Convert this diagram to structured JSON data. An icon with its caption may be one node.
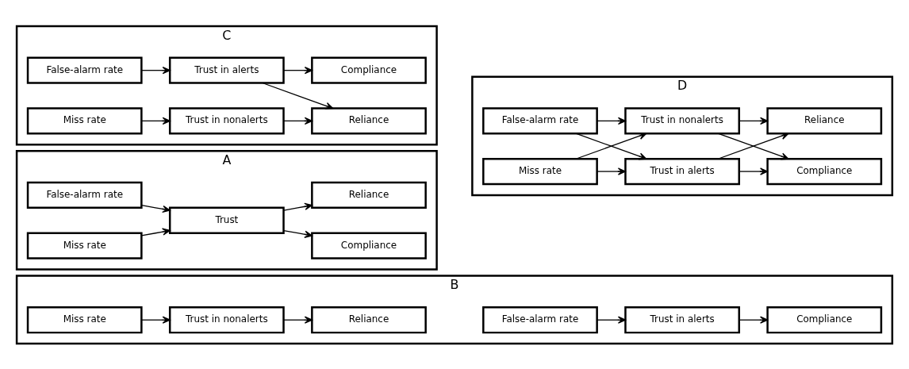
{
  "diagram": {
    "nodes": [
      {
        "text": [
          "A"
        ]
      },
      {
        "text": [
          "False-alarm rate"
        ],
        "in": 0
      },
      {
        "text": [
          "Miss rate"
        ],
        "in": 0
      },
      {
        "text": [
          "Trust"
        ],
        "in": 0
      },
      {
        "text": [
          "Compliance"
        ],
        "in": 0
      },
      {
        "text": [
          "Reliance"
        ],
        "in": 0
      },
      {
        "text": [
          "B"
        ]
      },
      {
        "text": [
          "False-alarm rate"
        ],
        "in": 6
      },
      {
        "text": [
          "Trust in alerts"
        ],
        "in": 6
      },
      {
        "text": [
          "Compliance"
        ],
        "in": 6
      },
      {
        "text": [
          "Miss rate"
        ],
        "in": 6
      },
      {
        "text": [
          "Trust in nonalerts"
        ],
        "in": 6
      },
      {
        "text": [
          "Reliance"
        ],
        "in": 6
      },
      {
        "text": [
          "C"
        ]
      },
      {
        "text": [
          "False-alarm rate"
        ],
        "in": 13
      },
      {
        "text": [
          "Trust in alerts"
        ],
        "in": 13
      },
      {
        "text": [
          "Compliance"
        ],
        "in": 13
      },
      {
        "text": [
          "Miss rate"
        ],
        "in": 13
      },
      {
        "text": [
          "Trust in nonalerts"
        ],
        "in": 13
      },
      {
        "text": [
          "Reliance"
        ],
        "in": 13
      },
      {
        "text": [
          "D"
        ]
      },
      {
        "text": [
          "False-alarm rate"
        ],
        "in": 20
      },
      {
        "text": [
          "Trust in alerts"
        ],
        "in": 20
      },
      {
        "text": [
          "Compliance"
        ],
        "in": 20
      },
      {
        "text": [
          "Miss rate"
        ],
        "in": 20
      },
      {
        "text": [
          "Trust in nonalerts"
        ],
        "in": 20
      },
      {
        "text": [
          "Reliance"
        ],
        "in": 20
      }
    ],
    "edges": [
      {
        "from": 1,
        "to": 3,
        "arrow": "to"
      },
      {
        "from": 2,
        "to": 3,
        "arrow": "to"
      },
      {
        "from": 3,
        "to": 4,
        "arrow": "to"
      },
      {
        "from": 3,
        "to": 5,
        "arrow": "to"
      },
      {
        "from": 7,
        "to": 8,
        "arrow": "to"
      },
      {
        "from": 8,
        "to": 9,
        "arrow": "to"
      },
      {
        "from": 10,
        "to": 11,
        "arrow": "to"
      },
      {
        "from": 11,
        "to": 12,
        "arrow": "to"
      },
      {
        "from": 14,
        "to": 15,
        "arrow": "to"
      },
      {
        "from": 15,
        "to": 16,
        "arrow": "to"
      },
      {
        "from": 15,
        "to": 19,
        "arrow": "to"
      },
      {
        "from": 17,
        "to": 18,
        "arrow": "to"
      },
      {
        "from": 18,
        "to": 19,
        "arrow": "to"
      },
      {
        "from": 21,
        "to": 22,
        "arrow": "to"
      },
      {
        "from": 21,
        "to": 25,
        "arrow": "to"
      },
      {
        "from": 22,
        "to": 23,
        "arrow": "to"
      },
      {
        "from": 22,
        "to": 26,
        "arrow": "to"
      },
      {
        "from": 24,
        "to": 22,
        "arrow": "to"
      },
      {
        "from": 24,
        "to": 25,
        "arrow": "to"
      },
      {
        "from": 25,
        "to": 23,
        "arrow": "to"
      },
      {
        "from": 25,
        "to": 26,
        "arrow": "to"
      }
    ]
  }
}
